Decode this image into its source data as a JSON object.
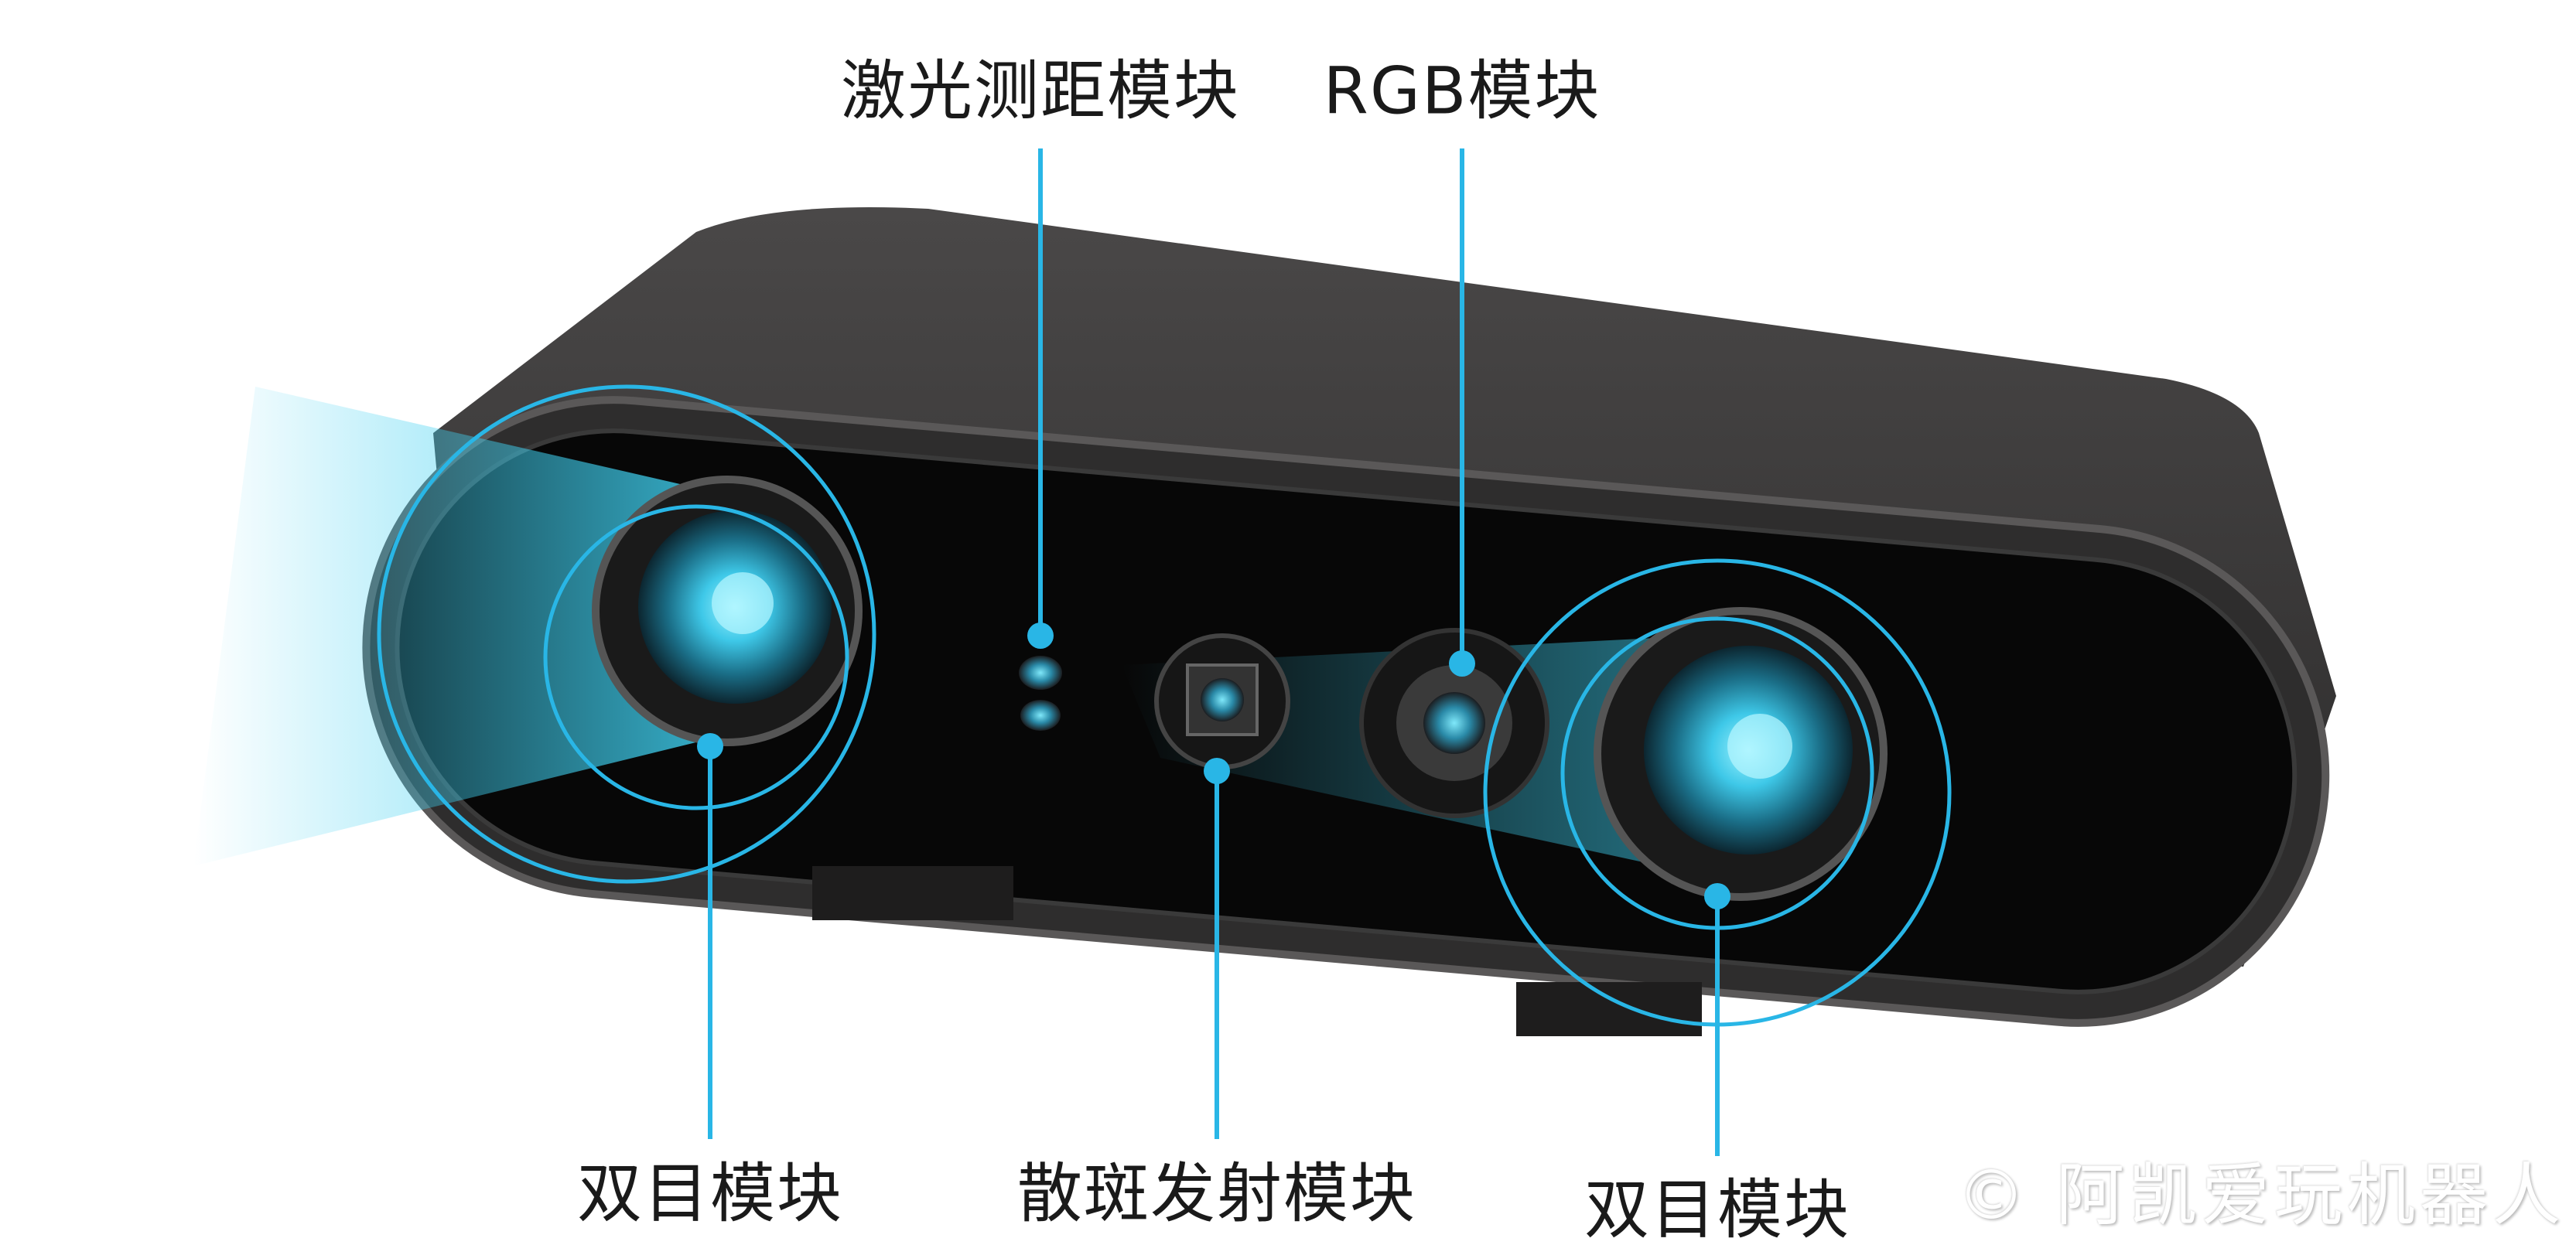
{
  "labels": {
    "laser_ranging": "激光测距模块",
    "rgb": "RGB模块",
    "stereo_left": "双目模块",
    "speckle_emitter": "散斑发射模块",
    "stereo_right": "双目模块"
  },
  "watermark": "© 阿凯爱玩机器人",
  "colors": {
    "callout": "#29b6e6",
    "body": "#2b2a2a",
    "glow": "#3fd0f0"
  }
}
